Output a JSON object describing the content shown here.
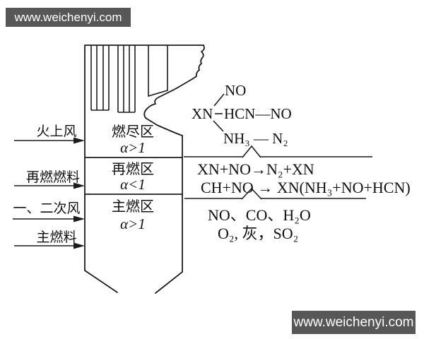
{
  "watermark": {
    "text": "www.weichenyi.com",
    "bg": "#575757",
    "fg": "#ffffff"
  },
  "inlets": [
    {
      "label": "火上风"
    },
    {
      "label": "再燃燃料"
    },
    {
      "label": "一、二次风"
    },
    {
      "label": "主燃料"
    }
  ],
  "zones": [
    {
      "name": "燃尽区",
      "alpha": "α>1"
    },
    {
      "name": "再燃区",
      "alpha": "α<1"
    },
    {
      "name": "主燃区",
      "alpha": "α>1"
    }
  ],
  "chemistry": {
    "no_top": "NO",
    "xn": "XN",
    "hcn_no": "HCN—NO",
    "nh3_n2": "NH₃ — N₂",
    "reaction1": "XN+NO→N₂+XN",
    "reaction2": "CH+NO → XN(NH₃+NO+HCN)",
    "products_line1": "NO、CO、H₂O",
    "products_line2": "O₂, 灰，SO₂"
  },
  "colors": {
    "line": "#1c1c1c",
    "background": "#ffffff",
    "watermark_bg": "#575757",
    "watermark_fg": "#ffffff"
  }
}
